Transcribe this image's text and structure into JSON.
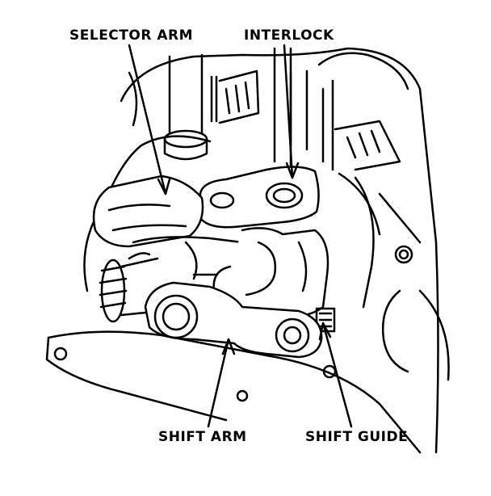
{
  "labels": {
    "selector_arm": "SELECTOR ARM",
    "interlock": "INTERLOCK",
    "shift_arm": "SHIFT ARM",
    "shift_guide": "SHIFT GUIDE"
  },
  "colors": {
    "ink": "#000000",
    "paper": "#ffffff",
    "shade": "#1a1a1a"
  }
}
